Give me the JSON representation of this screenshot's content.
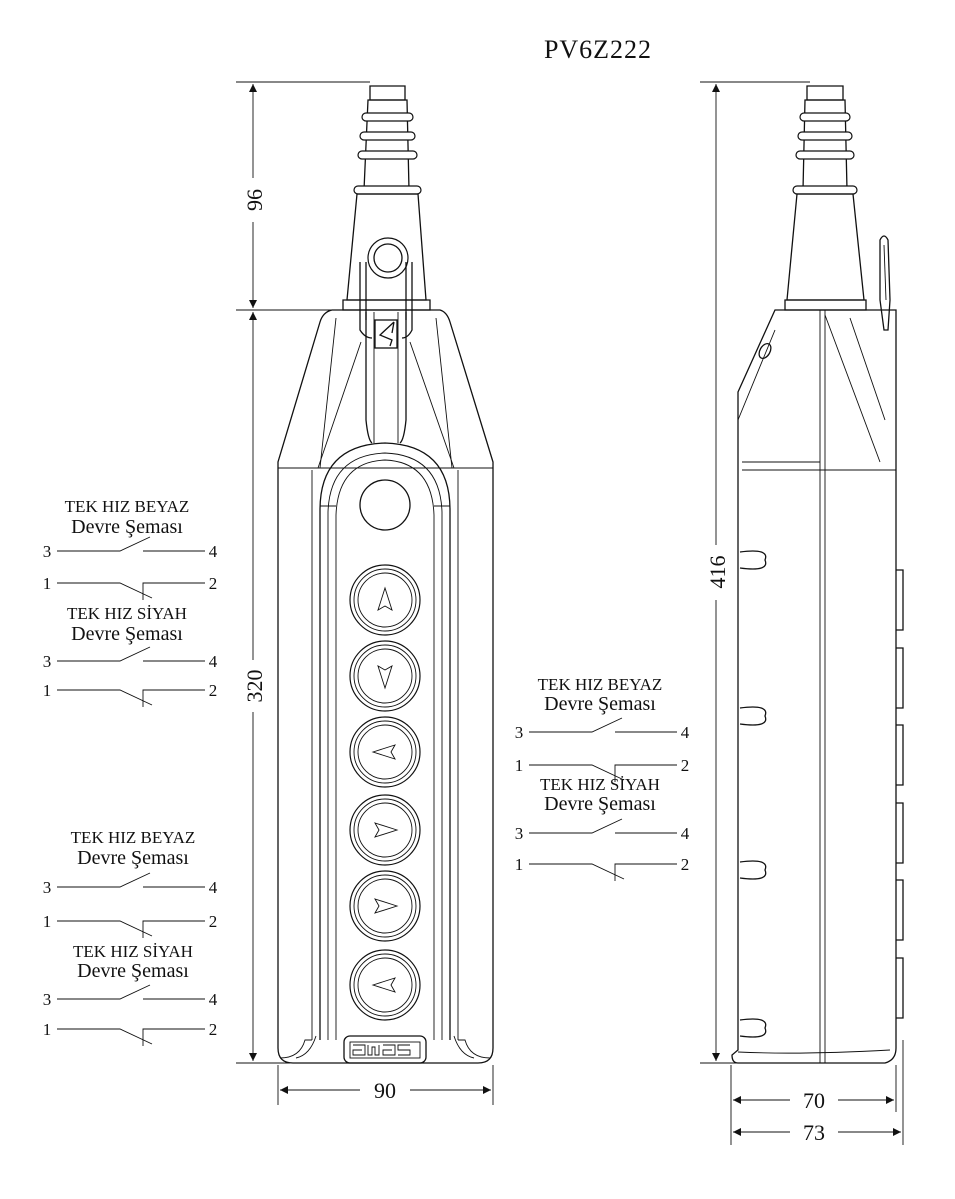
{
  "title": "PV6Z222",
  "dimensions": {
    "gland_height": "96",
    "body_height": "320",
    "total_height": "416",
    "front_width": "90",
    "side_depth": "70",
    "side_depth_total": "73"
  },
  "logo_text": "emas",
  "button_arrows": [
    "up",
    "down",
    "left",
    "right",
    "right",
    "left"
  ],
  "schematic_groups": [
    {
      "id": "left-upper",
      "blocks": [
        {
          "title": "TEK HIZ BEYAZ",
          "subtitle": "Devre Şeması",
          "terminals": [
            "3",
            "4",
            "1",
            "2"
          ]
        },
        {
          "title": "TEK HIZ SİYAH",
          "subtitle": "Devre Şeması",
          "terminals": [
            "3",
            "4",
            "1",
            "2"
          ]
        }
      ]
    },
    {
      "id": "left-lower",
      "blocks": [
        {
          "title": "TEK HIZ BEYAZ",
          "subtitle": "Devre Şeması",
          "terminals": [
            "3",
            "4",
            "1",
            "2"
          ]
        },
        {
          "title": "TEK HIZ SİYAH",
          "subtitle": "Devre Şeması",
          "terminals": [
            "3",
            "4",
            "1",
            "2"
          ]
        }
      ]
    },
    {
      "id": "right",
      "blocks": [
        {
          "title": "TEK HIZ BEYAZ",
          "subtitle": "Devre Şeması",
          "terminals": [
            "3",
            "4",
            "1",
            "2"
          ]
        },
        {
          "title": "TEK HIZ SİYAH",
          "subtitle": "Devre Şeması",
          "terminals": [
            "3",
            "4",
            "1",
            "2"
          ]
        }
      ]
    }
  ]
}
